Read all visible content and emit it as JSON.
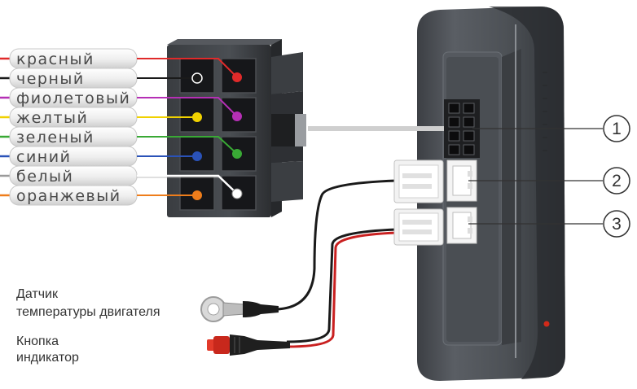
{
  "wires": [
    {
      "label": "красный",
      "color": "#e02a2a"
    },
    {
      "label": "черный",
      "color": "#1a1a1a"
    },
    {
      "label": "фиолетовый",
      "color": "#b52fb5"
    },
    {
      "label": "желтый",
      "color": "#f0d100"
    },
    {
      "label": "зеленый",
      "color": "#39a935"
    },
    {
      "label": "синий",
      "color": "#2a52b8"
    },
    {
      "label": "белый",
      "color": "#ffffff"
    },
    {
      "label": "оранжевый",
      "color": "#ee7d1b"
    }
  ],
  "callouts": [
    "1",
    "2",
    "3"
  ],
  "sensor": {
    "line1": "Датчик",
    "line2": "температуры двигателя"
  },
  "button": {
    "line1": "Кнопка",
    "line2": "индикатор"
  }
}
